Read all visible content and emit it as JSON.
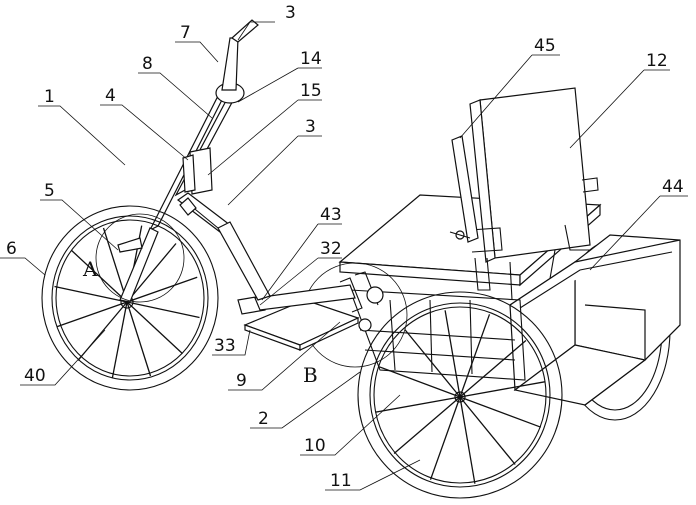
{
  "callouts": [
    {
      "id": "3",
      "text": "3"
    },
    {
      "id": "7",
      "text": "7"
    },
    {
      "id": "8",
      "text": "8"
    },
    {
      "id": "14",
      "text": "14"
    },
    {
      "id": "1",
      "text": "1"
    },
    {
      "id": "4",
      "text": "4"
    },
    {
      "id": "15",
      "text": "15"
    },
    {
      "id": "3b",
      "text": "3"
    },
    {
      "id": "45",
      "text": "45"
    },
    {
      "id": "12",
      "text": "12"
    },
    {
      "id": "44",
      "text": "44"
    },
    {
      "id": "43",
      "text": "43"
    },
    {
      "id": "32",
      "text": "32"
    },
    {
      "id": "5",
      "text": "5"
    },
    {
      "id": "6",
      "text": "6"
    },
    {
      "id": "33",
      "text": "33"
    },
    {
      "id": "40",
      "text": "40"
    },
    {
      "id": "9",
      "text": "9"
    },
    {
      "id": "2",
      "text": "2"
    },
    {
      "id": "10",
      "text": "10"
    },
    {
      "id": "11",
      "text": "11"
    }
  ],
  "region_letters": {
    "a": "A",
    "b": "B"
  }
}
